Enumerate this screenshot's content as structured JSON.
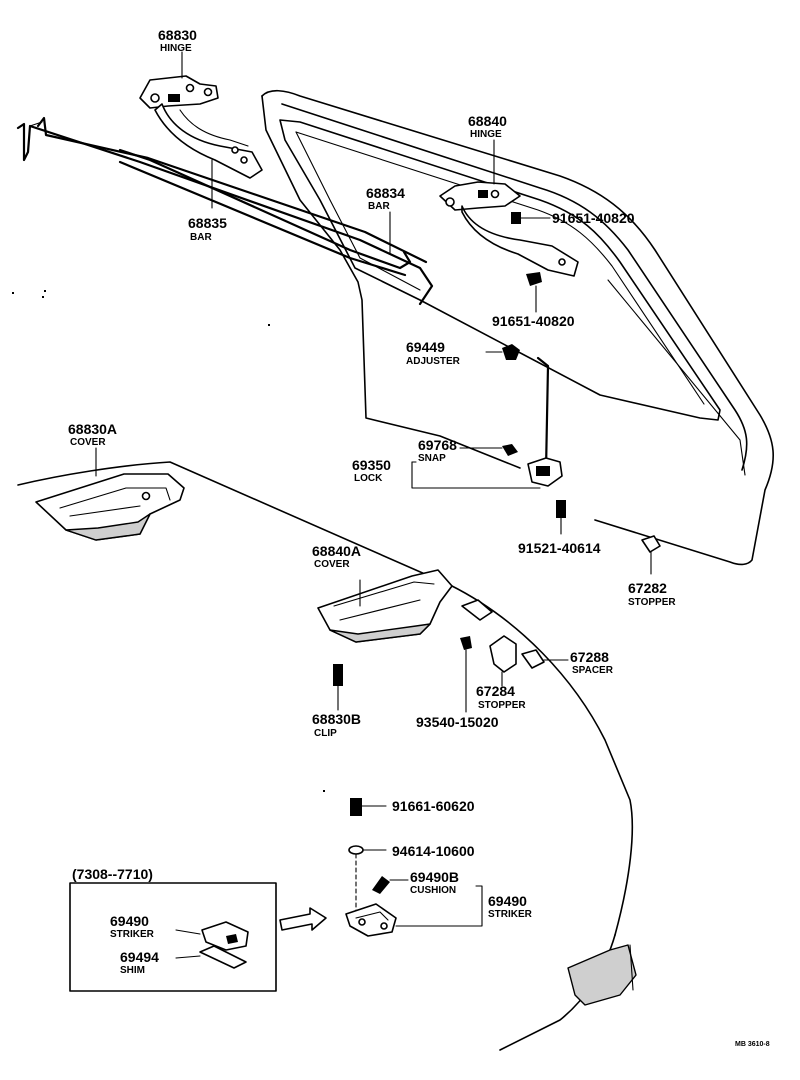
{
  "labels": {
    "hinge_68830": {
      "number": "68830",
      "name": "HINGE"
    },
    "hinge_68840": {
      "number": "68840",
      "name": "HINGE"
    },
    "bar_68834": {
      "number": "68834",
      "name": "BAR"
    },
    "bar_68835": {
      "number": "68835",
      "name": "BAR"
    },
    "bolt_upper": {
      "number": "91651-40820"
    },
    "bolt_lower": {
      "number": "91651-40820"
    },
    "adjuster": {
      "number": "69449",
      "name": "ADJUSTER"
    },
    "cover_a": {
      "number": "68830A",
      "name": "COVER"
    },
    "snap": {
      "number": "69768",
      "name": "SNAP"
    },
    "lock": {
      "number": "69350",
      "name": "LOCK"
    },
    "bolt_lock": {
      "number": "91521-40614"
    },
    "stopper_67282": {
      "number": "67282",
      "name": "STOPPER"
    },
    "cover_b": {
      "number": "68840A",
      "name": "COVER"
    },
    "spacer": {
      "number": "67288",
      "name": "SPACER"
    },
    "stopper_67284": {
      "number": "67284",
      "name": "STOPPER"
    },
    "clip": {
      "number": "68830B",
      "name": "CLIP"
    },
    "screw": {
      "number": "93540-15020"
    },
    "bolt_striker": {
      "number": "91661-60620"
    },
    "washer": {
      "number": "94614-10600"
    },
    "cushion": {
      "number": "69490B",
      "name": "CUSHION"
    },
    "striker_main": {
      "number": "69490",
      "name": "STRIKER"
    },
    "inset_title": "(7308--7710)",
    "inset_striker": {
      "number": "69490",
      "name": "STRIKER"
    },
    "inset_shim": {
      "number": "69494",
      "name": "SHIM"
    },
    "diagram_code": "MB 3610-8"
  }
}
